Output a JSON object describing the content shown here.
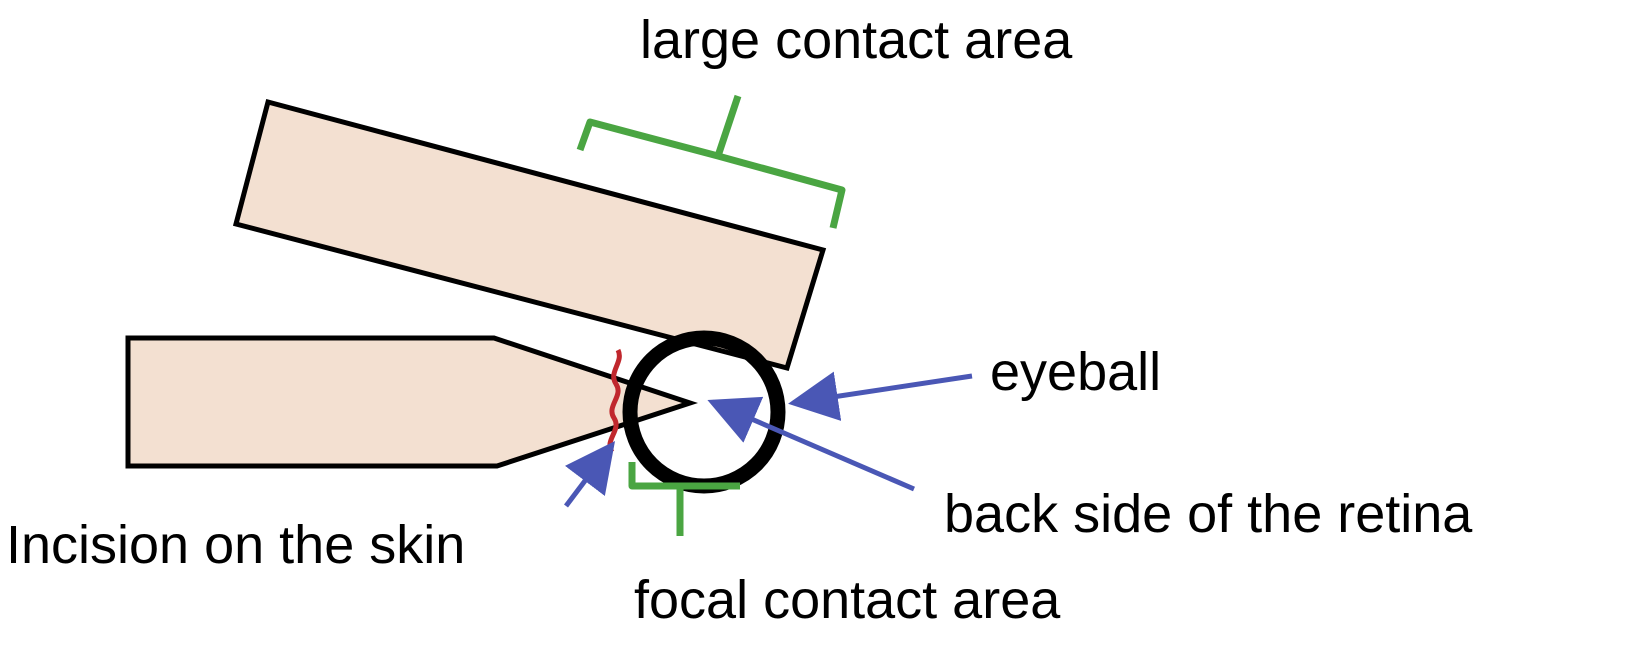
{
  "labels": {
    "large_contact_area": "large contact area",
    "eyeball": "eyeball",
    "back_side_retina": "back side of the retina",
    "incision": "Incision on the skin",
    "focal_contact_area": "focal contact area"
  },
  "colors": {
    "instrument_fill": "#f3e0d1",
    "outline": "#000000",
    "bracket_green": "#4aa542",
    "arrow_blue": "#4a57b5",
    "incision_red": "#c0272d",
    "background": "#ffffff"
  }
}
